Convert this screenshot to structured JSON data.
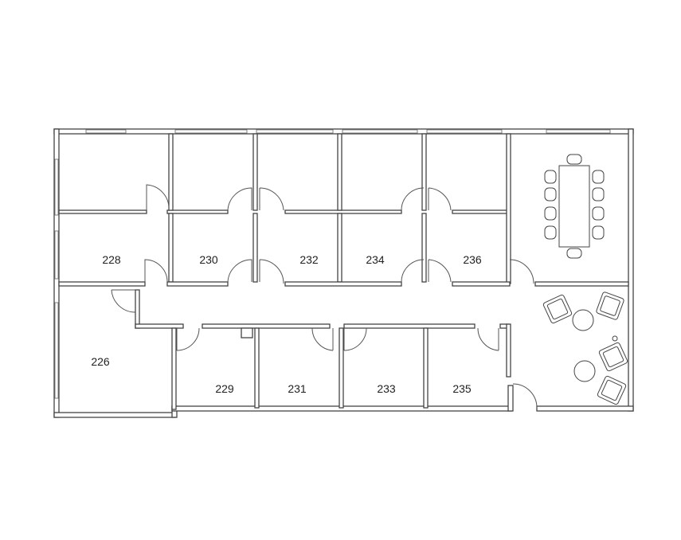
{
  "rooms": [
    {
      "id": "228",
      "label": "228"
    },
    {
      "id": "230",
      "label": "230"
    },
    {
      "id": "232",
      "label": "232"
    },
    {
      "id": "234",
      "label": "234"
    },
    {
      "id": "236",
      "label": "236"
    },
    {
      "id": "226",
      "label": "226"
    },
    {
      "id": "229",
      "label": "229"
    },
    {
      "id": "231",
      "label": "231"
    },
    {
      "id": "233",
      "label": "233"
    },
    {
      "id": "235",
      "label": "235"
    }
  ]
}
